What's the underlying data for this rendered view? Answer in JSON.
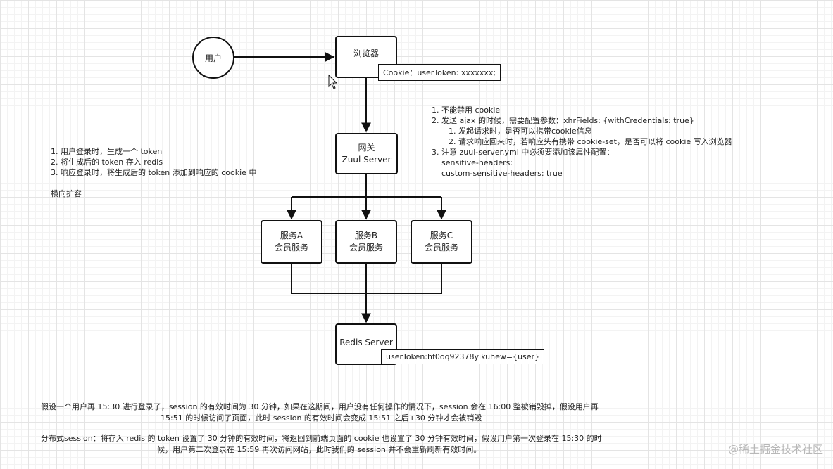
{
  "nodes": {
    "user": "用户",
    "browser": "浏览器",
    "gateway_line1": "网关",
    "gateway_line2": "Zuul Server",
    "service_a_line1": "服务A",
    "service_a_line2": "会员服务",
    "service_b_line1": "服务B",
    "service_b_line2": "会员服务",
    "service_c_line1": "服务C",
    "service_c_line2": "会员服务",
    "redis": "Redis Server"
  },
  "tags": {
    "cookie": "Cookie：userToken: xxxxxxx;",
    "redis_token": "userToken:hf0oq92378yikuhew={user}"
  },
  "left_notes": [
    "1. 用户登录时，生成一个 token",
    "2. 将生成后的 token 存入 redis",
    "3. 响应登录时，将生成后的 token 添加到响应的 cookie 中",
    "",
    "横向扩容"
  ],
  "right_notes": {
    "line1": "1. 不能禁用 cookie",
    "line2": "2. 发送 ajax 的时候，需要配置参数：xhrFields: {withCredentials: true}",
    "line3": "1. 发起请求时，是否可以携带cookie信息",
    "line4": "2. 请求响应回来时，若响应头有携带 cookie-set，是否可以将 cookie 写入浏览器",
    "line5": "3. 注意 zuul-server.yml 中必须要添加该属性配置：",
    "line6": "sensitive-headers:",
    "line7": "custom-sensitive-headers: true"
  },
  "bottom_text": {
    "para1_line1": "假设一个用户再 15:30 进行登录了，session 的有效时间为 30 分钟，如果在这期间，用户没有任何操作的情况下，session 会在 16:00 整被销毁掉，假设用户再",
    "para1_line2": "15:51 的时候访问了页面，此时 session 的有效时间会变成 15:51 之后+30 分钟才会被销毁",
    "para2_line1": "分布式session：将存入 redis 的 token 设置了 30 分钟的有效时间，将返回到前端页面的 cookie 也设置了 30 分钟有效时间，假设用户第一次登录在 15:30 的时",
    "para2_line2": "候，用户第二次登录在 15:59 再次访问网站，此时我们的 session 并不会重新刷新有效时间。"
  },
  "watermark": "@稀土掘金技术社区",
  "colors": {
    "line": "#111111",
    "grid": "#e4e4e4"
  }
}
